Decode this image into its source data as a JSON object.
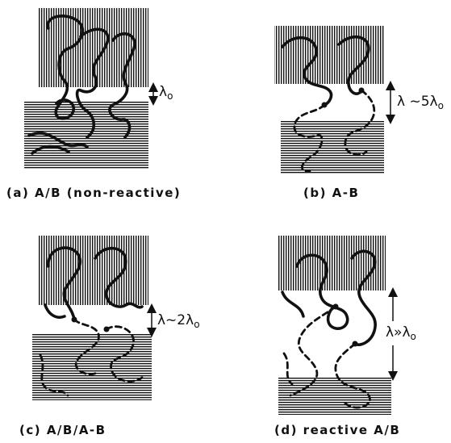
{
  "panels": [
    {
      "id": "a",
      "caption": "(a) A/B (non-reactive)",
      "spacing": {
        "prefix": "λ",
        "sub": "o"
      }
    },
    {
      "id": "b",
      "caption": "(b) A-B",
      "spacing": {
        "prefix": "λ ~5λ",
        "sub": "o"
      }
    },
    {
      "id": "c",
      "caption": "(c) A/B/A-B",
      "spacing": {
        "prefix": "λ~2λ",
        "sub": "o"
      }
    },
    {
      "id": "d",
      "caption": "(d) reactive A/B",
      "spacing": {
        "prefix": "λ»λ",
        "sub": "o"
      }
    }
  ],
  "colors": {
    "ink": "#111111",
    "background": "#ffffff"
  }
}
